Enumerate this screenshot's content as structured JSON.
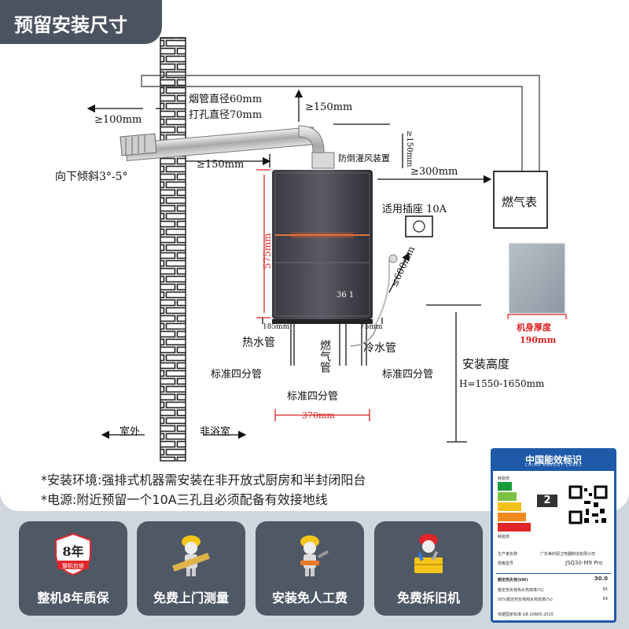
{
  "header": {
    "title": "预留安装尺寸"
  },
  "diagram": {
    "flue_pipe_diameter": "烟管直径60mm",
    "hole_diameter": "打孔直径70mm",
    "dim_100": "≥100mm",
    "dim_150_top": "≥150mm",
    "dim_150_side": "≥150mm",
    "dim_150_vert": "≥150mm",
    "dim_300": "≥300mm",
    "tilt": "向下倾斜3°-5°",
    "anti_backflow": "防倒灌风装置",
    "gas_meter": "燃气表",
    "socket": "适用插座  10A",
    "height_575": "575mm",
    "dim_600": "≤600mm",
    "dim_185": "185mm",
    "dim_75": "75mm",
    "hot_water": "热水管",
    "gas": "燃气管",
    "cold_water": "冷水管",
    "std_pipe_left": "标准四分管",
    "std_pipe_mid": "标准四分管",
    "std_pipe_right": "标准四分管",
    "width_370": "370mm",
    "install_height": "安装高度",
    "install_height_value": "H=1550-1650mm",
    "outdoor": "室外",
    "non_bathroom": "非浴室",
    "body_thickness_label": "机身厚度",
    "body_thickness_value": "190mm",
    "display_digits": "36 1"
  },
  "notes": {
    "env": "*安装环境:强排式机器需安装在非开放式厨房和半封闭阳台",
    "power": "*电源:附近预留一个10A三孔且必须配备有效接地线"
  },
  "services": [
    {
      "label": "整机8年质保",
      "badge_big": "8年",
      "badge_small": "整机包修"
    },
    {
      "label": "免费上门测量"
    },
    {
      "label": "安装免人工费"
    },
    {
      "label": "免费拆旧机"
    }
  ],
  "energy_label": {
    "title": "中国能效标识",
    "subtitle": "CHINA ENERGY LABEL",
    "grade": "2",
    "top_text": "耗能低",
    "bottom_text": "耗能高",
    "maker_key": "生产者名称",
    "maker_val": "广东美的厨卫电器制造有限公司",
    "model_key": "规格型号",
    "model_val": "JSQ30-M9 Pro",
    "row1_key": "额定热负荷(kW)",
    "row1_val": "30.0",
    "row2_key": "额定热负荷热水热效率(%)",
    "row2_val": "85",
    "row3_key": "50%额定热负荷热水热效率(%)",
    "row3_val": "89",
    "footer": "依据国家标准  GB 20665-2015"
  },
  "colors": {
    "header_bg": "#4b5360",
    "accent_red": "#e0262a",
    "card_bg": "#4f5865",
    "energy_blue": "#1f5aa8"
  }
}
